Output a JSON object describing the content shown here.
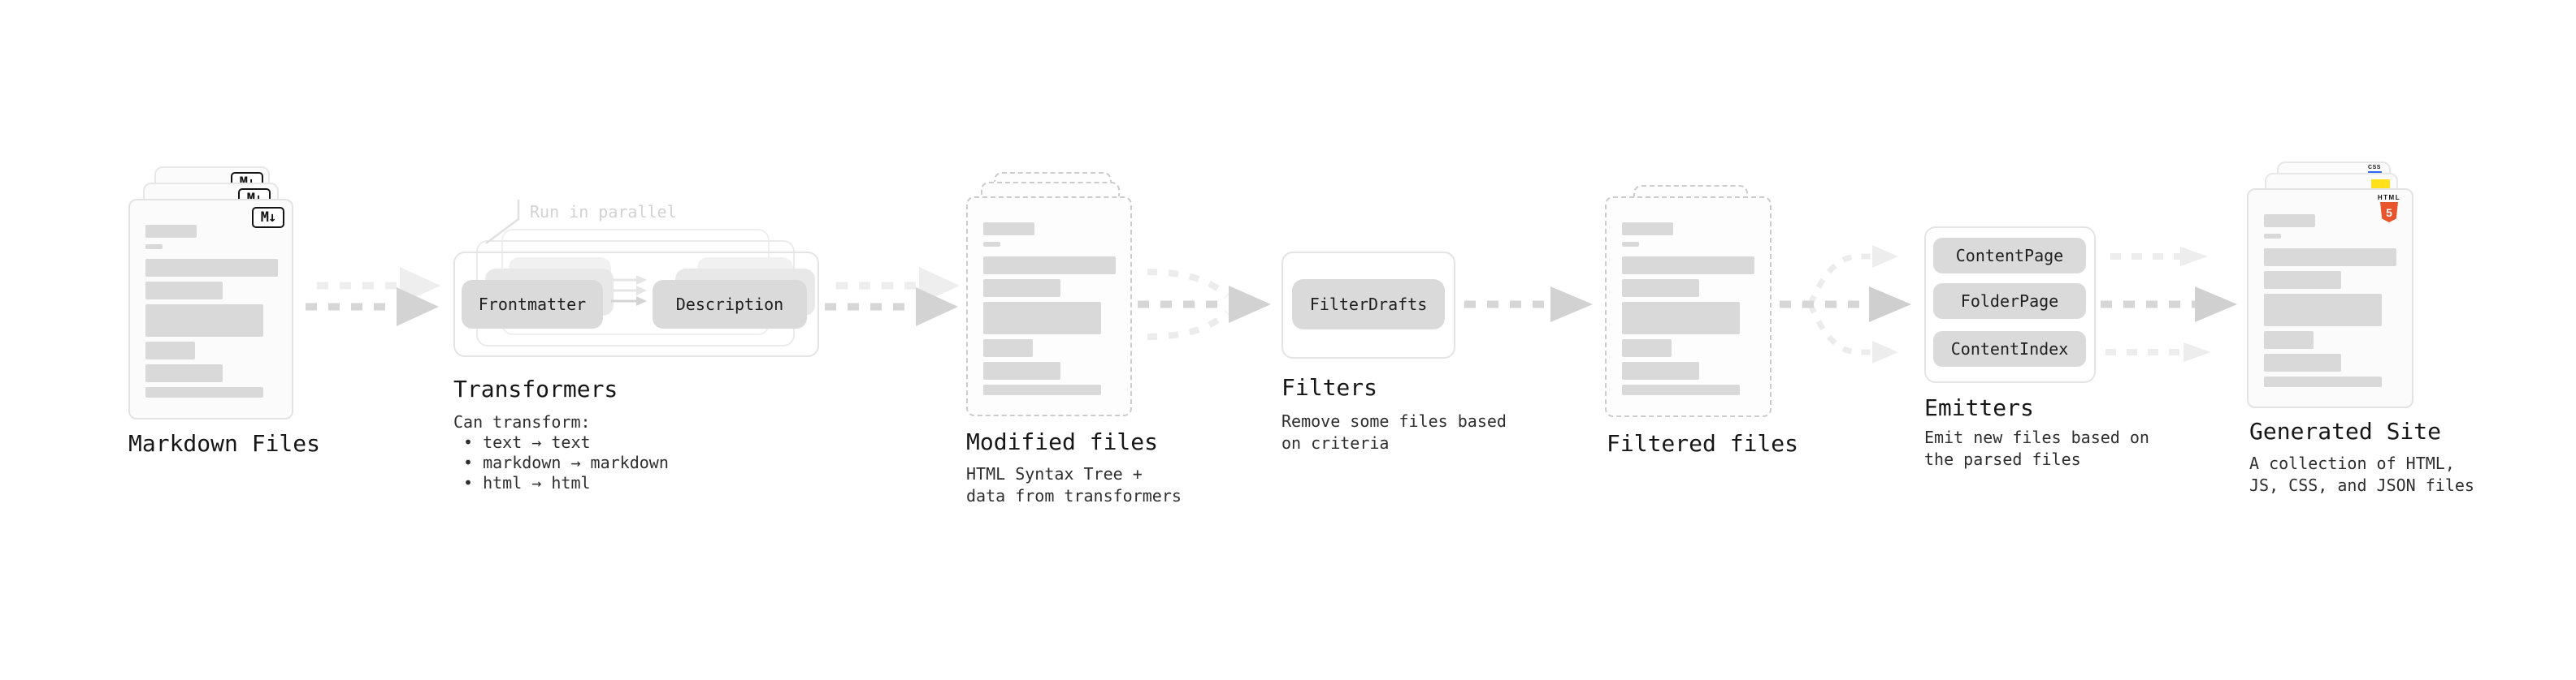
{
  "stages": {
    "markdown_files": {
      "label": "Markdown Files"
    },
    "transformers": {
      "label": "Transformers",
      "annotation": "Run in parallel",
      "pill_frontmatter": "Frontmatter",
      "pill_description": "Description",
      "desc_title": "Can transform:",
      "bullet_1": "• text → text",
      "bullet_2": "• markdown → markdown",
      "bullet_3": "• html → html"
    },
    "modified_files": {
      "label": "Modified files",
      "desc_line_1": "HTML Syntax Tree +",
      "desc_line_2": "data from transformers"
    },
    "filters": {
      "label": "Filters",
      "pill_filterdrafts": "FilterDrafts",
      "desc_line_1": "Remove some files based",
      "desc_line_2": "on criteria"
    },
    "filtered_files": {
      "label": "Filtered files"
    },
    "emitters": {
      "label": "Emitters",
      "pill_contentpage": "ContentPage",
      "pill_folderpage": "FolderPage",
      "pill_contentindex": "ContentIndex",
      "desc_line_1": "Emit new files based on",
      "desc_line_2": "the parsed files"
    },
    "generated_site": {
      "label": "Generated Site",
      "desc_line_1": "A collection of HTML,",
      "desc_line_2": "JS, CSS, and JSON files"
    }
  },
  "icons": {
    "markdown": "M↓",
    "html5_wordmark": "HTML",
    "html5_numeral": "5",
    "css_wordmark": "CSS"
  },
  "colors": {
    "html5_orange": "#e8542c",
    "js_yellow": "#ffe01a",
    "css_blue": "#2f66f2",
    "pill_gray": "#dadada",
    "arrow_gray": "#d4d4d4",
    "placeholder_bar_gray": "#d9d9d9"
  }
}
